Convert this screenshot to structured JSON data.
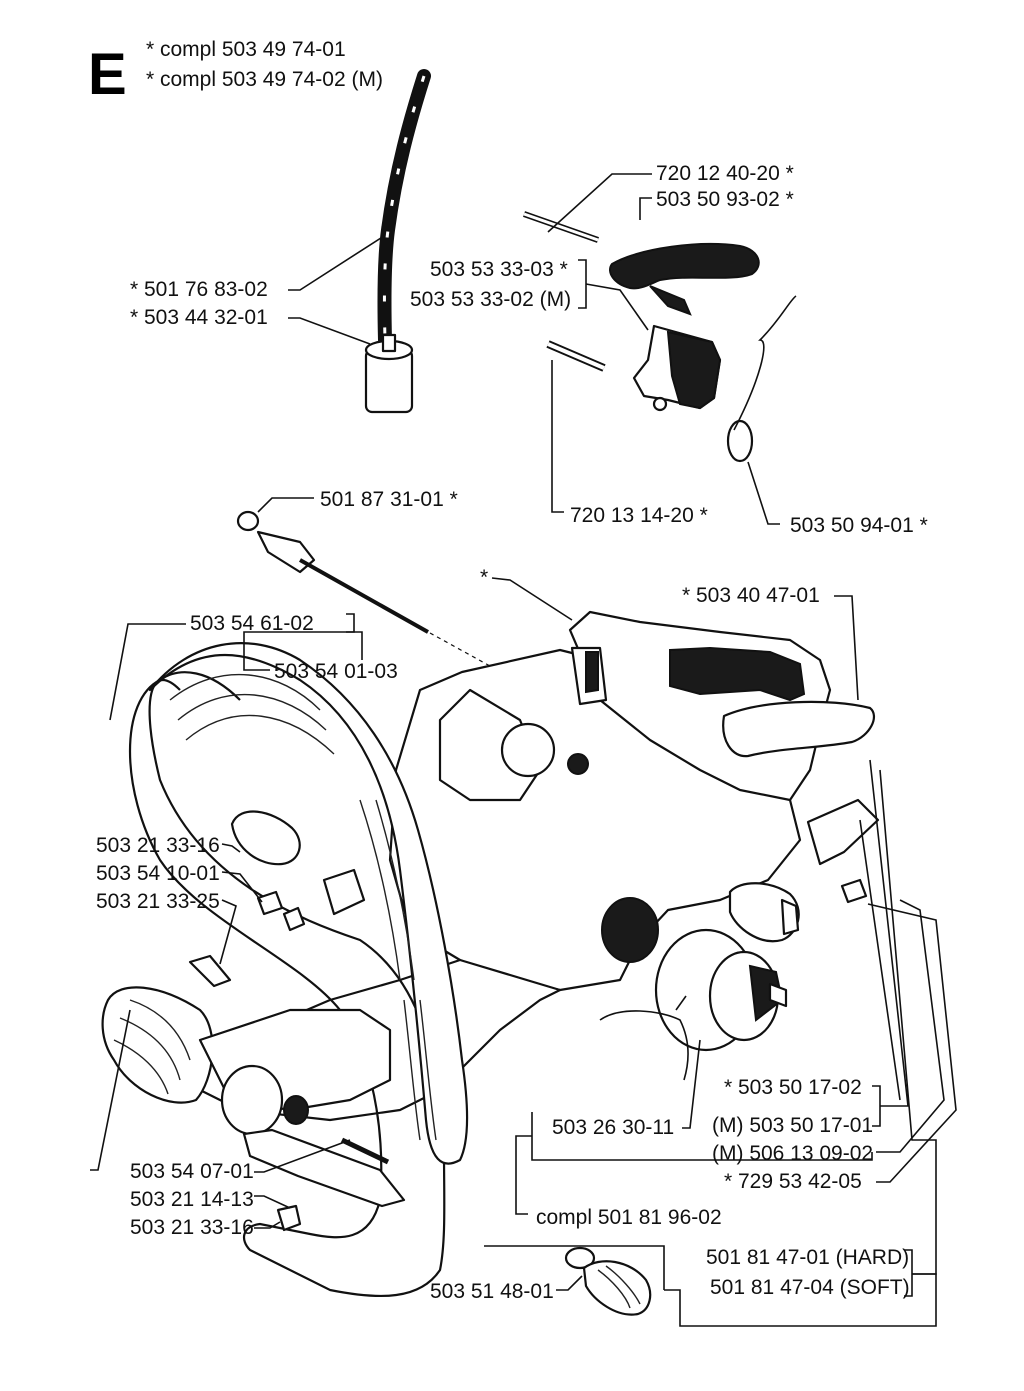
{
  "section_letter": "E",
  "labels": {
    "compl1": "* compl 503 49 74-01",
    "compl2": "* compl 503 49 74-02 (M)",
    "p720124020": "720 12 40-20 *",
    "p503509302": "503 50 93-02 *",
    "p503533303": "503 53 33-03 *",
    "p503533302": "503 53 33-02 (M)",
    "p501768302": "* 501 76 83-02",
    "p503443201": "* 503 44 32-01",
    "p720131420": "720 13 14-20 *",
    "p503509401": "503 50 94-01 *",
    "p501873101": "501 87 31-01 *",
    "star": "*",
    "p503404701": "* 503 40 47-01",
    "p503546102": "503 54 61-02",
    "p503540103": "503 54 01-03",
    "p503213316a": "503 21 33-16",
    "p503541001": "503 54 10-01",
    "p503213325": "503 21 33-25",
    "p503501702": "* 503 50 17-02",
    "p503501701": "(M) 503 50 17-01",
    "p503263011": "503 26 30-11",
    "p506130902": "(M) 506 13 09-02",
    "p729534205": "* 729 53 42-05",
    "p503540701": "503 54 07-01",
    "p503211413": "503 21 14-13",
    "p503213316b": "503 21 33-16",
    "compl501819602": "compl 501 81 96-02",
    "p501814701": "501 81 47-01 (HARD)",
    "p501814704": "501 81 47-04 (SOFT)",
    "p503514801": "503 51 48-01"
  }
}
